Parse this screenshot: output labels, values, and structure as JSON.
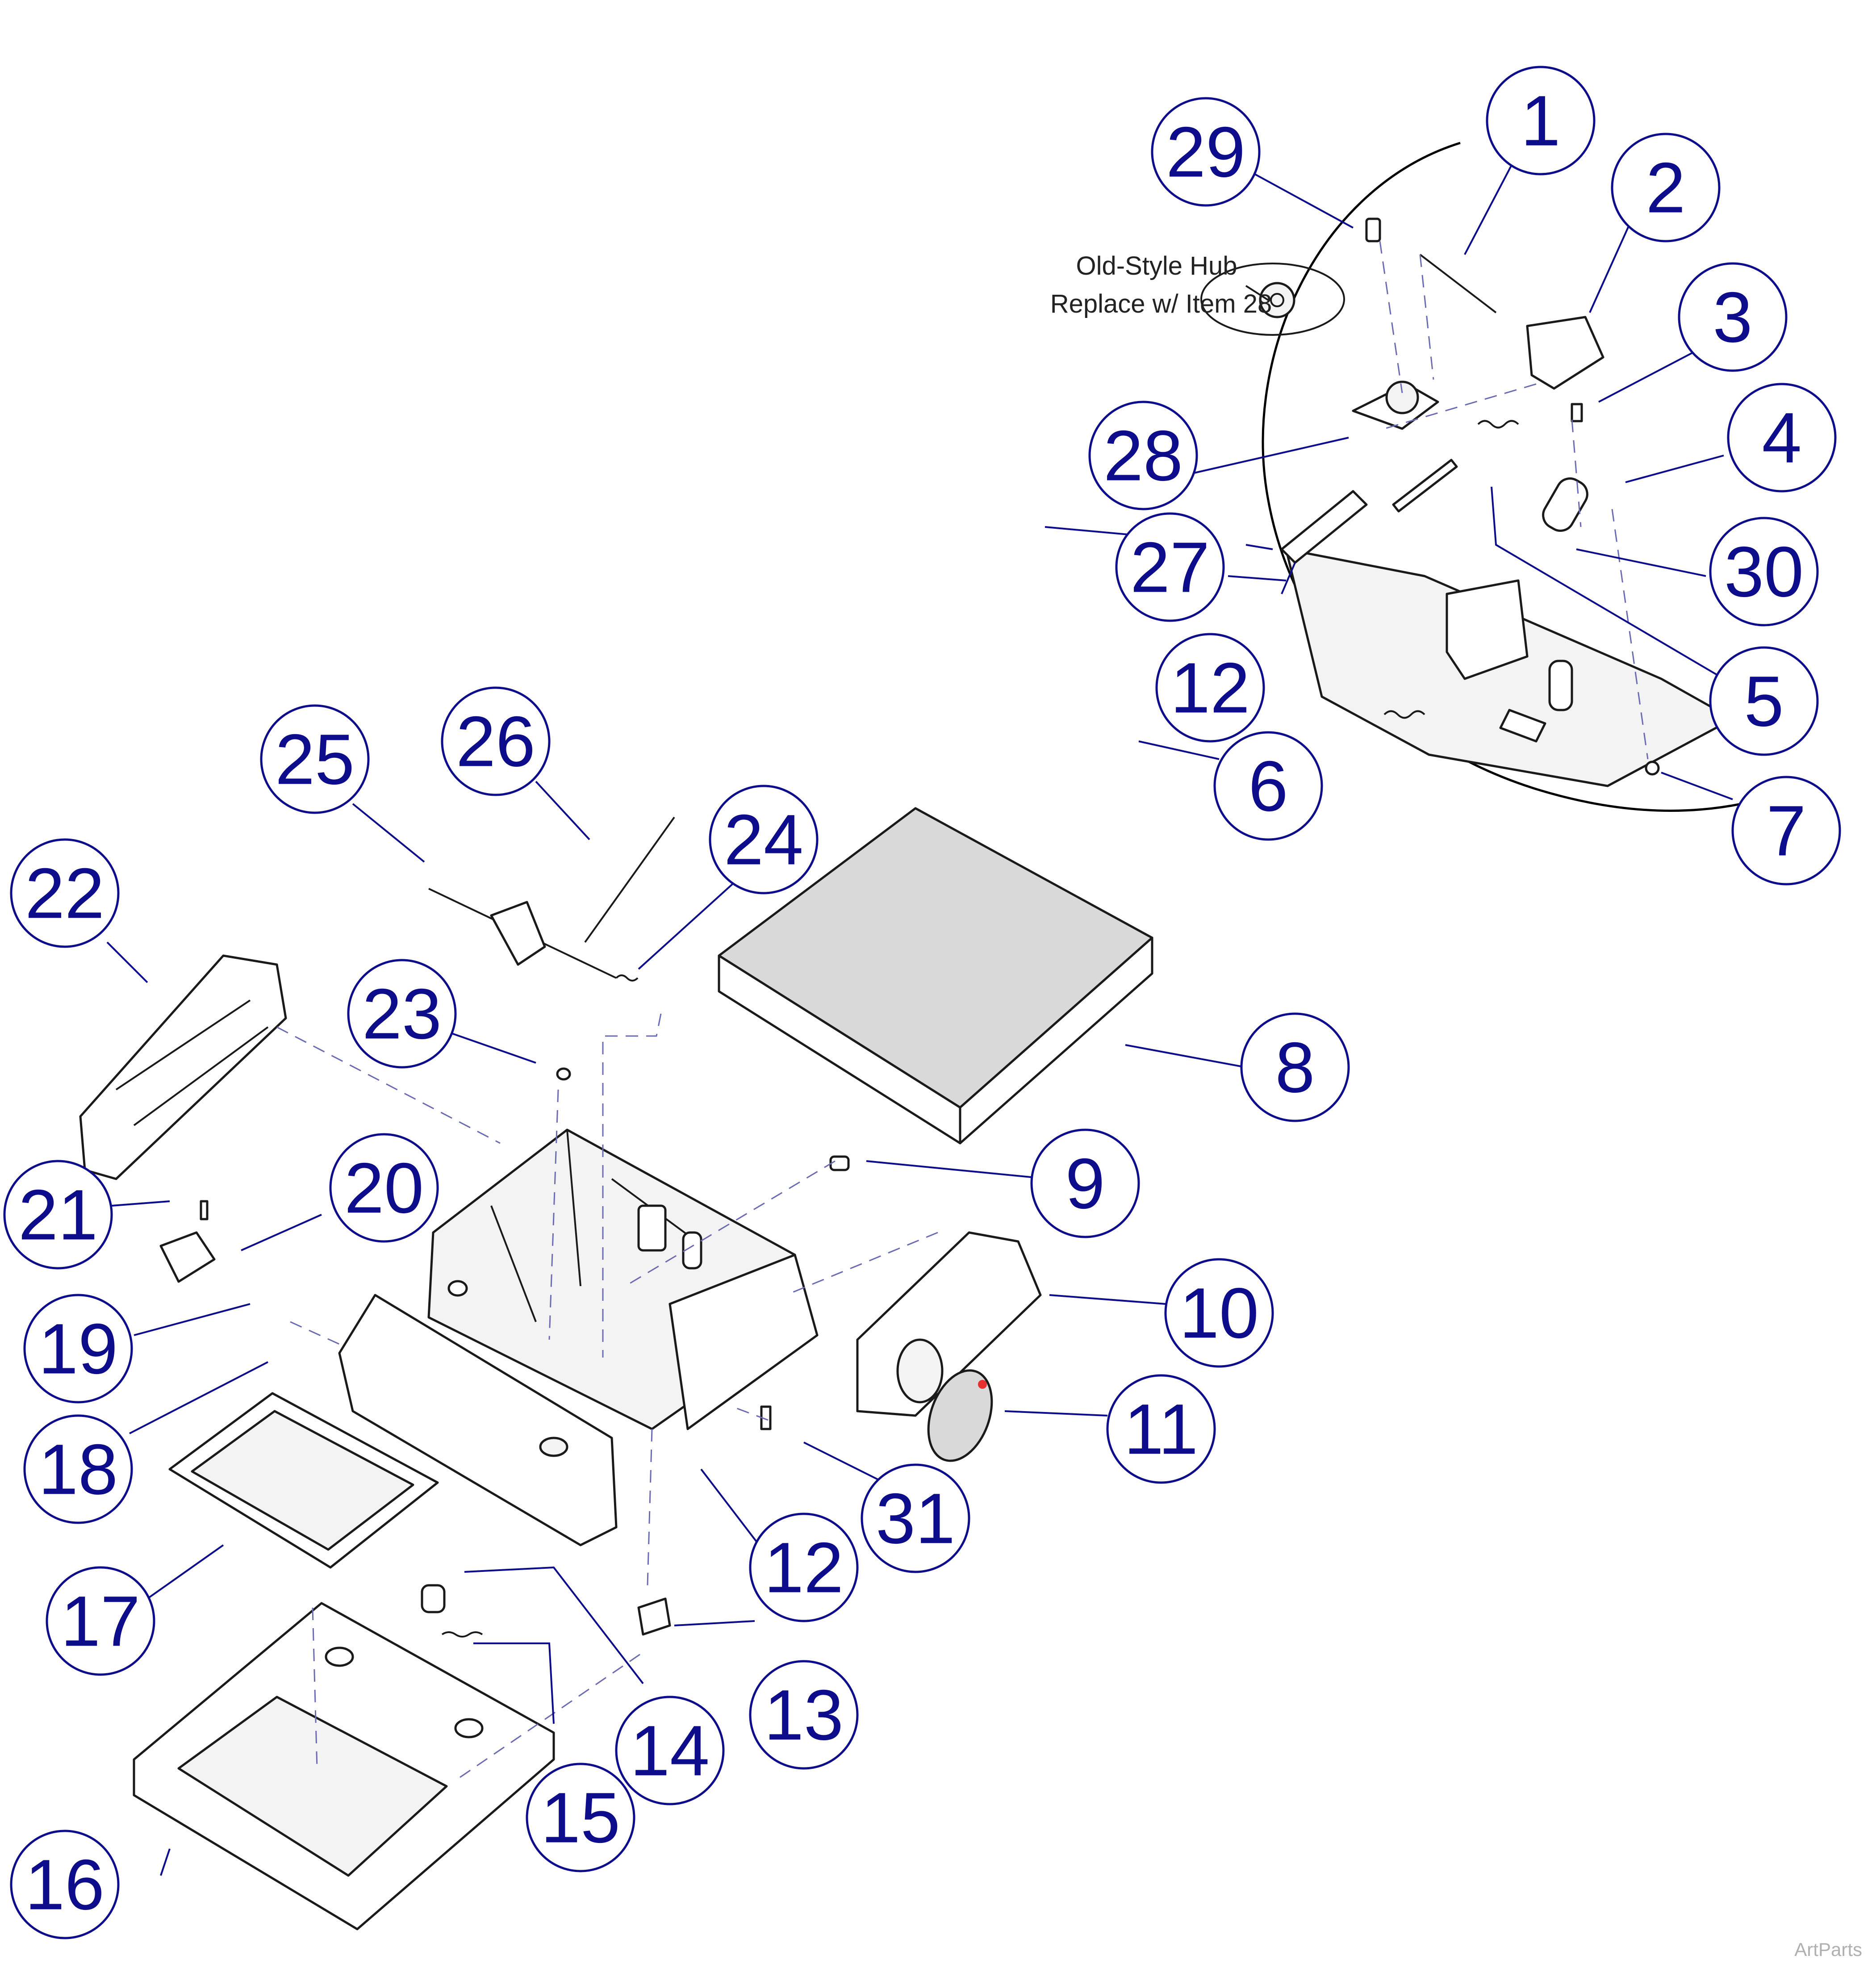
{
  "note": {
    "line1": "Old-Style Hub",
    "line2": "Replace w/ Item 28"
  },
  "watermark": "ArtParts",
  "callouts": [
    {
      "label": "1"
    },
    {
      "label": "2"
    },
    {
      "label": "3"
    },
    {
      "label": "4"
    },
    {
      "label": "5"
    },
    {
      "label": "6"
    },
    {
      "label": "7"
    },
    {
      "label": "8"
    },
    {
      "label": "9"
    },
    {
      "label": "10"
    },
    {
      "label": "11"
    },
    {
      "label": "12"
    },
    {
      "label": "12"
    },
    {
      "label": "13"
    },
    {
      "label": "14"
    },
    {
      "label": "15"
    },
    {
      "label": "16"
    },
    {
      "label": "17"
    },
    {
      "label": "18"
    },
    {
      "label": "19"
    },
    {
      "label": "20"
    },
    {
      "label": "21"
    },
    {
      "label": "22"
    },
    {
      "label": "23"
    },
    {
      "label": "24"
    },
    {
      "label": "25"
    },
    {
      "label": "26"
    },
    {
      "label": "27"
    },
    {
      "label": "28"
    },
    {
      "label": "29"
    },
    {
      "label": "30"
    },
    {
      "label": "31"
    }
  ],
  "colors": {
    "callout": "#0d0d8c",
    "line": "#1a1a1a",
    "dash": "#6b6bb3"
  }
}
